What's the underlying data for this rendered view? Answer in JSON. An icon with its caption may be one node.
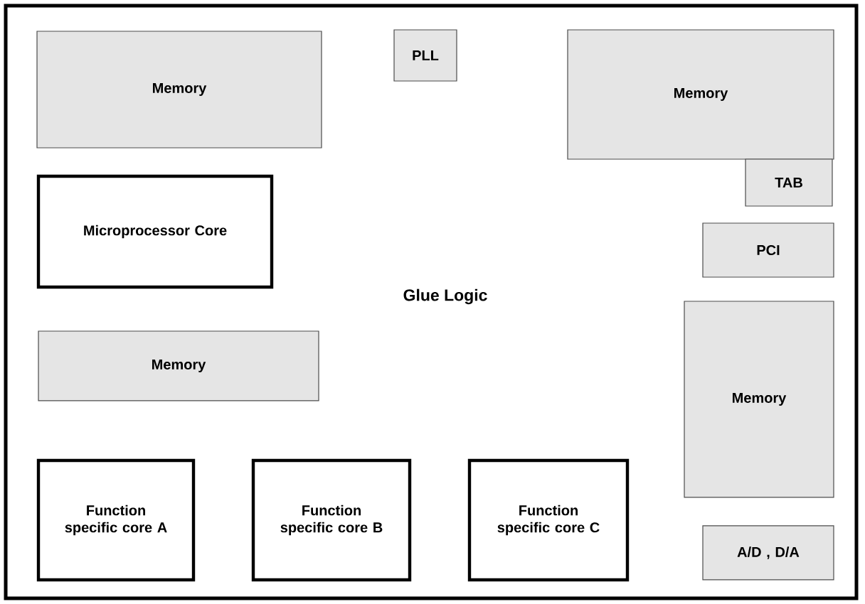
{
  "diagram": {
    "nodes": [
      {
        "text": [
          "Glue Logic"
        ]
      },
      {
        "text": [
          "Memory"
        ],
        "in": 0
      },
      {
        "text": [
          "PLL"
        ],
        "in": 0
      },
      {
        "text": [
          "Memory"
        ],
        "in": 0
      },
      {
        "text": [
          "TAB"
        ],
        "in": 0
      },
      {
        "text": [
          "Microprocessor Core"
        ],
        "in": 0
      },
      {
        "text": [
          "PCI"
        ],
        "in": 0
      },
      {
        "text": [
          "Memory"
        ],
        "in": 0
      },
      {
        "text": [
          "Memory"
        ],
        "in": 0
      },
      {
        "text": [
          "Function specific core A"
        ],
        "in": 0
      },
      {
        "text": [
          "Function specific core B"
        ],
        "in": 0
      },
      {
        "text": [
          "Function specific core C"
        ],
        "in": 0
      },
      {
        "text": [
          "A/D , D/A"
        ],
        "in": 0
      }
    ]
  }
}
